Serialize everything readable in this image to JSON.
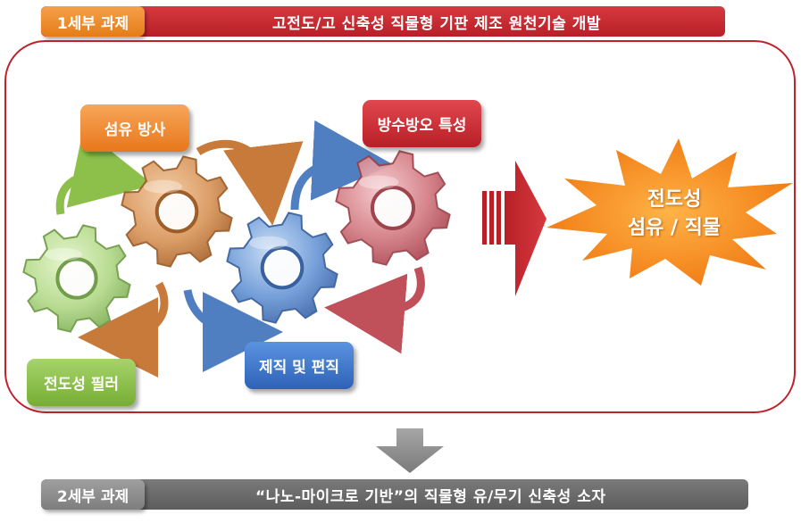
{
  "top_bar": {
    "tag": "1세부 과제",
    "title": "고전도/고 신축성 직물형 기판 제조 원천기술 개발"
  },
  "process": {
    "fiber_spinning": "섬유 방사",
    "waterproof": "방수방오 특성",
    "conductive_filler": "전도성 필러",
    "weaving_knitting": "제직 및 편직"
  },
  "result": {
    "line1": "전도성",
    "line2": "섬유 / 직물"
  },
  "bottom_bar": {
    "tag": "2세부 과제",
    "title": "“나노-마이크로 기반”의 직물형 유/무기 신축성 소자"
  },
  "colors": {
    "top_bar": "#c8262d",
    "top_tag": "#f08a22",
    "frame": "#c0222b",
    "bottom_bar": "#6b6b6b",
    "bottom_tag": "#8c8c8c",
    "gear_green": "#a8d27a",
    "gear_orange": "#d8955a",
    "gear_blue": "#6a98d6",
    "gear_red": "#d27a82",
    "burst": "#f7941d"
  }
}
